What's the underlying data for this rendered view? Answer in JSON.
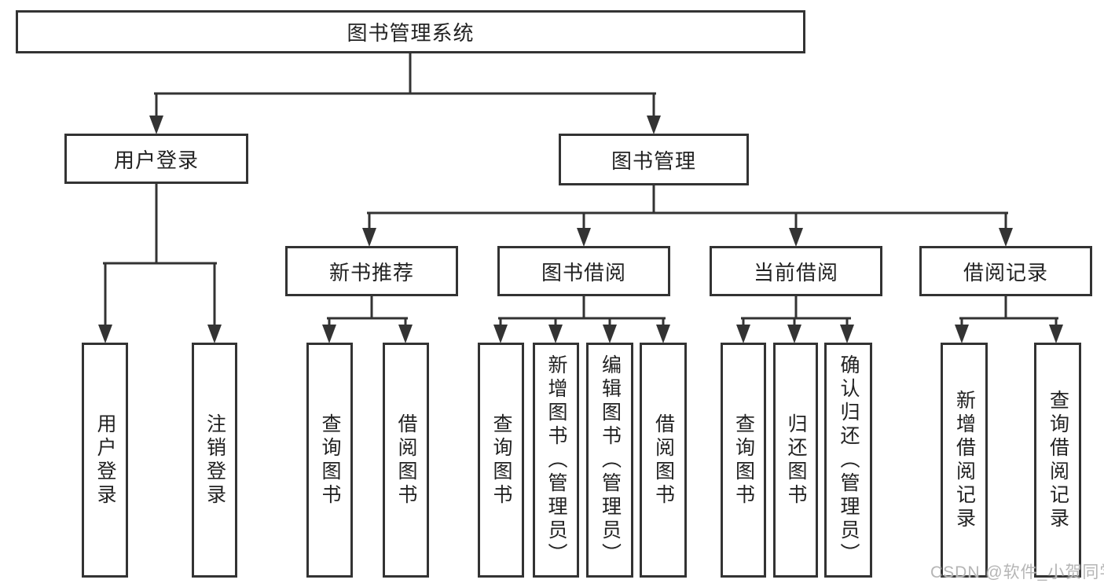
{
  "diagram": {
    "title": "图书管理系统",
    "level2": {
      "user_login": "用户登录",
      "book_management": "图书管理"
    },
    "level3": {
      "new_book_recommend": "新书推荐",
      "book_borrow": "图书借阅",
      "current_borrow": "当前借阅",
      "borrow_records": "借阅记录"
    },
    "leaves": {
      "login": "用户登录",
      "logout": "注销登录",
      "recommend_query_books": "查询图书",
      "recommend_borrow_books": "借阅图书",
      "borrow_query_books": "查询图书",
      "borrow_add_books": "新增图书（管理员）",
      "borrow_edit_books": "编辑图书（管理员）",
      "borrow_borrow_books": "借阅图书",
      "current_query_books": "查询图书",
      "current_return_books": "归还图书",
      "current_confirm_return": "确认归还（管理员）",
      "records_add_record": "新增借阅记录",
      "records_query_record": "查询借阅记录"
    }
  },
  "watermark": {
    "text": "CSDN @软件_小贺同学",
    "color": "#b5b5b5"
  },
  "colors": {
    "line": "#333333",
    "text": "#222222",
    "background": "#ffffff"
  }
}
